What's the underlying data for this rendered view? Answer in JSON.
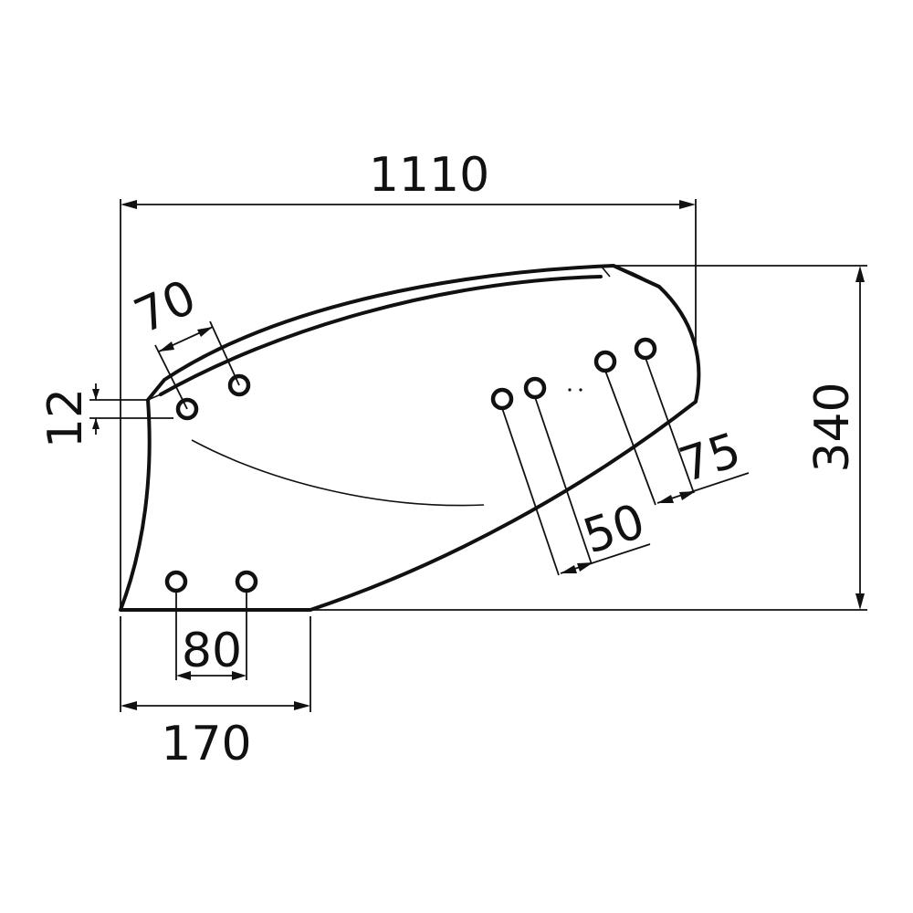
{
  "dimensions": {
    "overall_width": "1110",
    "overall_height": "340",
    "top_hole_spacing": "70",
    "hole_offset": "12",
    "bottom_hole_spacing": "80",
    "bottom_edge_width": "170",
    "right_hole_spacing_a": "50",
    "right_hole_spacing_b": "75"
  },
  "holes": [
    {
      "name": "hole-top-left-1"
    },
    {
      "name": "hole-top-left-2"
    },
    {
      "name": "hole-bottom-left-1"
    },
    {
      "name": "hole-bottom-left-2"
    },
    {
      "name": "hole-right-1"
    },
    {
      "name": "hole-right-2"
    },
    {
      "name": "hole-right-3"
    },
    {
      "name": "hole-right-4"
    }
  ],
  "colors": {
    "line": "#111111",
    "background": "#ffffff"
  }
}
